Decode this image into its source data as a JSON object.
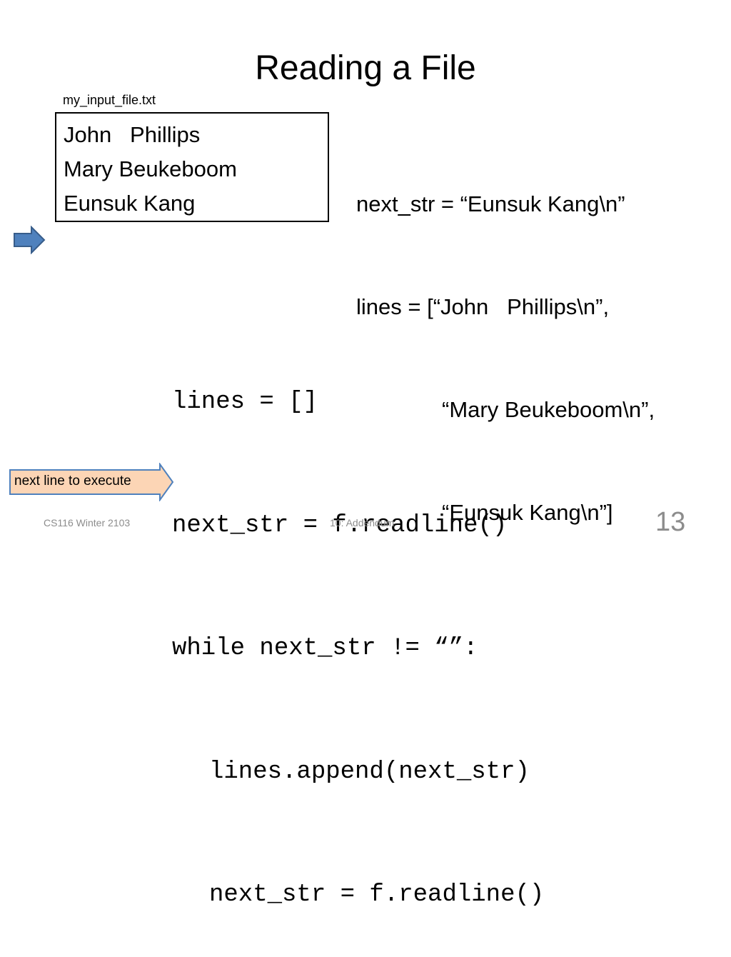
{
  "slide": {
    "title": "Reading a File",
    "file_label": "my_input_file.txt",
    "file_lines": [
      "John   Phillips",
      "Mary Beukeboom",
      "Eunsuk Kang"
    ],
    "state_lines": [
      "next_str = “Eunsuk Kang\\n”",
      "lines = [“John   Phillips\\n”,",
      "“Mary Beukeboom\\n”,",
      "“Eunsuk Kang\\n”]"
    ],
    "code_lines": [
      "lines = []",
      "next_str = f.readline()",
      "while next_str != “”:",
      "lines.append(next_str)",
      "next_str = f.readline()"
    ],
    "callout_label": "next line to execute"
  },
  "icons": {
    "pointer": "right-arrow-icon",
    "callout": "pentagon-arrow-callout"
  },
  "colors": {
    "pointer_fill": "#4f81bd",
    "pointer_stroke": "#385d8a",
    "callout_fill": "#fcd5b5",
    "callout_stroke": "#4f81bd",
    "footer_text": "#8c8c8c"
  },
  "footer": {
    "course": "CS116 Winter 2103",
    "section": "10: Addendum",
    "page_number": "13"
  }
}
